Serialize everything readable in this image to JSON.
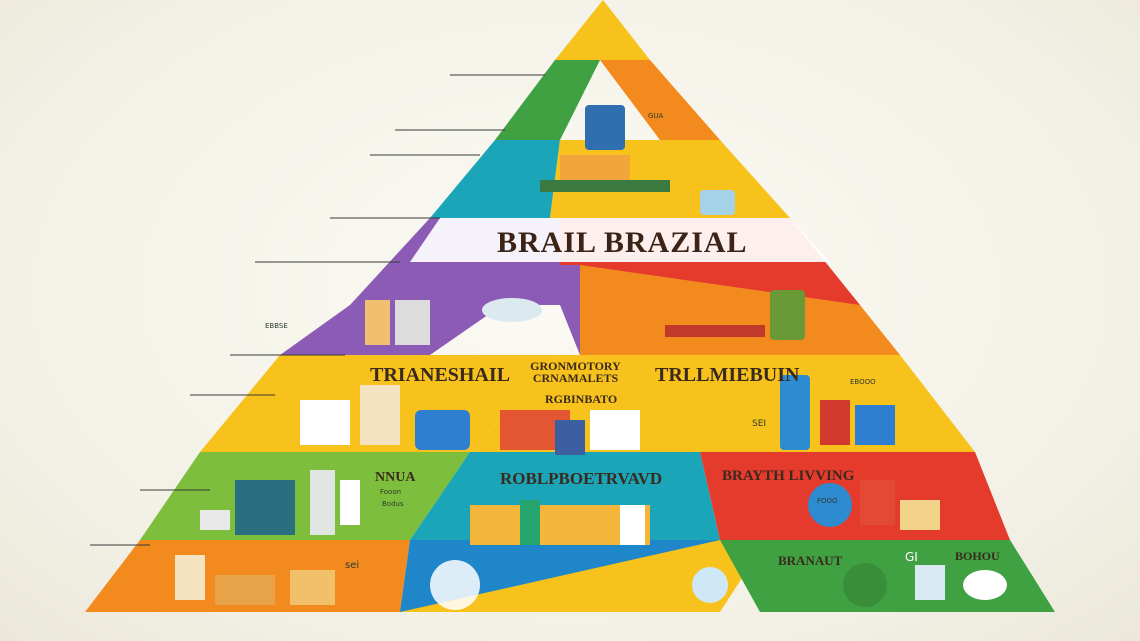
{
  "title": "BRAIL BRAZIAL",
  "tiers": [
    {
      "name": "TRIANESHAIL"
    },
    {
      "name": "GRONMOTORY CRNAMALETS"
    },
    {
      "name": "TRLLMIEBUIN"
    },
    {
      "name": "RGBINBATO"
    },
    {
      "name": "NNUA"
    },
    {
      "name": "ROBLPBOETRVAVD"
    },
    {
      "name": "BRAYTH LIVVING"
    },
    {
      "name": "BRANAUT"
    },
    {
      "name": "BOHOU"
    }
  ],
  "small_labels": {
    "food_a": "Fooon",
    "food_b": "Bodus",
    "sei_a": "sei",
    "sei_b": "SEI",
    "fooo": "FOOO",
    "ebooo": "EBOOO",
    "eb_left": "EBBSE",
    "gi": "GI",
    "gi2": "GUA"
  },
  "colors": {
    "yellow": "#f7c21c",
    "orange": "#f28a1d",
    "green": "#3fa142",
    "teal": "#1ba5b8",
    "blue": "#1e86c9",
    "red": "#e53b2c",
    "purple": "#8c5bb5",
    "light_green": "#7dbe3c",
    "dark_green": "#2f7a3a"
  }
}
